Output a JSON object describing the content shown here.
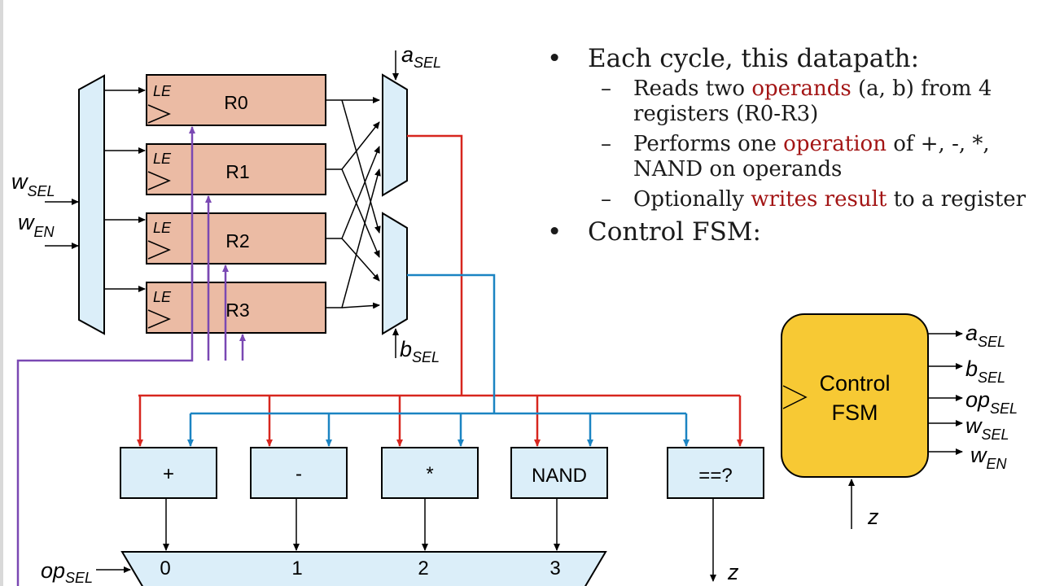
{
  "registers": [
    {
      "name": "R0",
      "enable_label": "LE"
    },
    {
      "name": "R1",
      "enable_label": "LE"
    },
    {
      "name": "R2",
      "enable_label": "LE"
    },
    {
      "name": "R3",
      "enable_label": "LE"
    }
  ],
  "signals": {
    "w_sel": {
      "base": "w",
      "sub": "SEL"
    },
    "w_en": {
      "base": "w",
      "sub": "EN"
    },
    "a_sel": {
      "base": "a",
      "sub": "SEL"
    },
    "b_sel": {
      "base": "b",
      "sub": "SEL"
    },
    "op_sel": {
      "base": "op",
      "sub": "SEL"
    },
    "z": "z"
  },
  "operations": [
    "+",
    "-",
    "*",
    "NAND",
    "==?"
  ],
  "op_mux_inputs": [
    "0",
    "1",
    "2",
    "3"
  ],
  "fsm": {
    "label_line1": "Control",
    "label_line2": "FSM",
    "outputs": [
      {
        "base": "a",
        "sub": "SEL"
      },
      {
        "base": "b",
        "sub": "SEL"
      },
      {
        "base": "op",
        "sub": "SEL"
      },
      {
        "base": "w",
        "sub": "SEL"
      },
      {
        "base": "w",
        "sub": "EN"
      }
    ],
    "input": "z"
  },
  "bullets": {
    "b1": "Each cycle, this datapath:",
    "s1_pre": "Reads two ",
    "s1_hl": "operands",
    "s1_post": " (a, b) from 4 registers (R0-R3)",
    "s2_pre": "Performs one ",
    "s2_hl": "operation",
    "s2_post": " of +, -, *, NAND on operands",
    "s3_pre": "Optionally ",
    "s3_hl": "writes result",
    "s3_post": " to a register",
    "b2": "Control FSM:"
  },
  "colors": {
    "register_fill": "#ebbba4",
    "mux_fill": "#dbeef9",
    "fsm_fill": "#f7c934",
    "operand_a_wire": "#d7261e",
    "operand_b_wire": "#1b84c2",
    "enable_wire": "#7a48b3",
    "text_highlight": "#a31515"
  }
}
